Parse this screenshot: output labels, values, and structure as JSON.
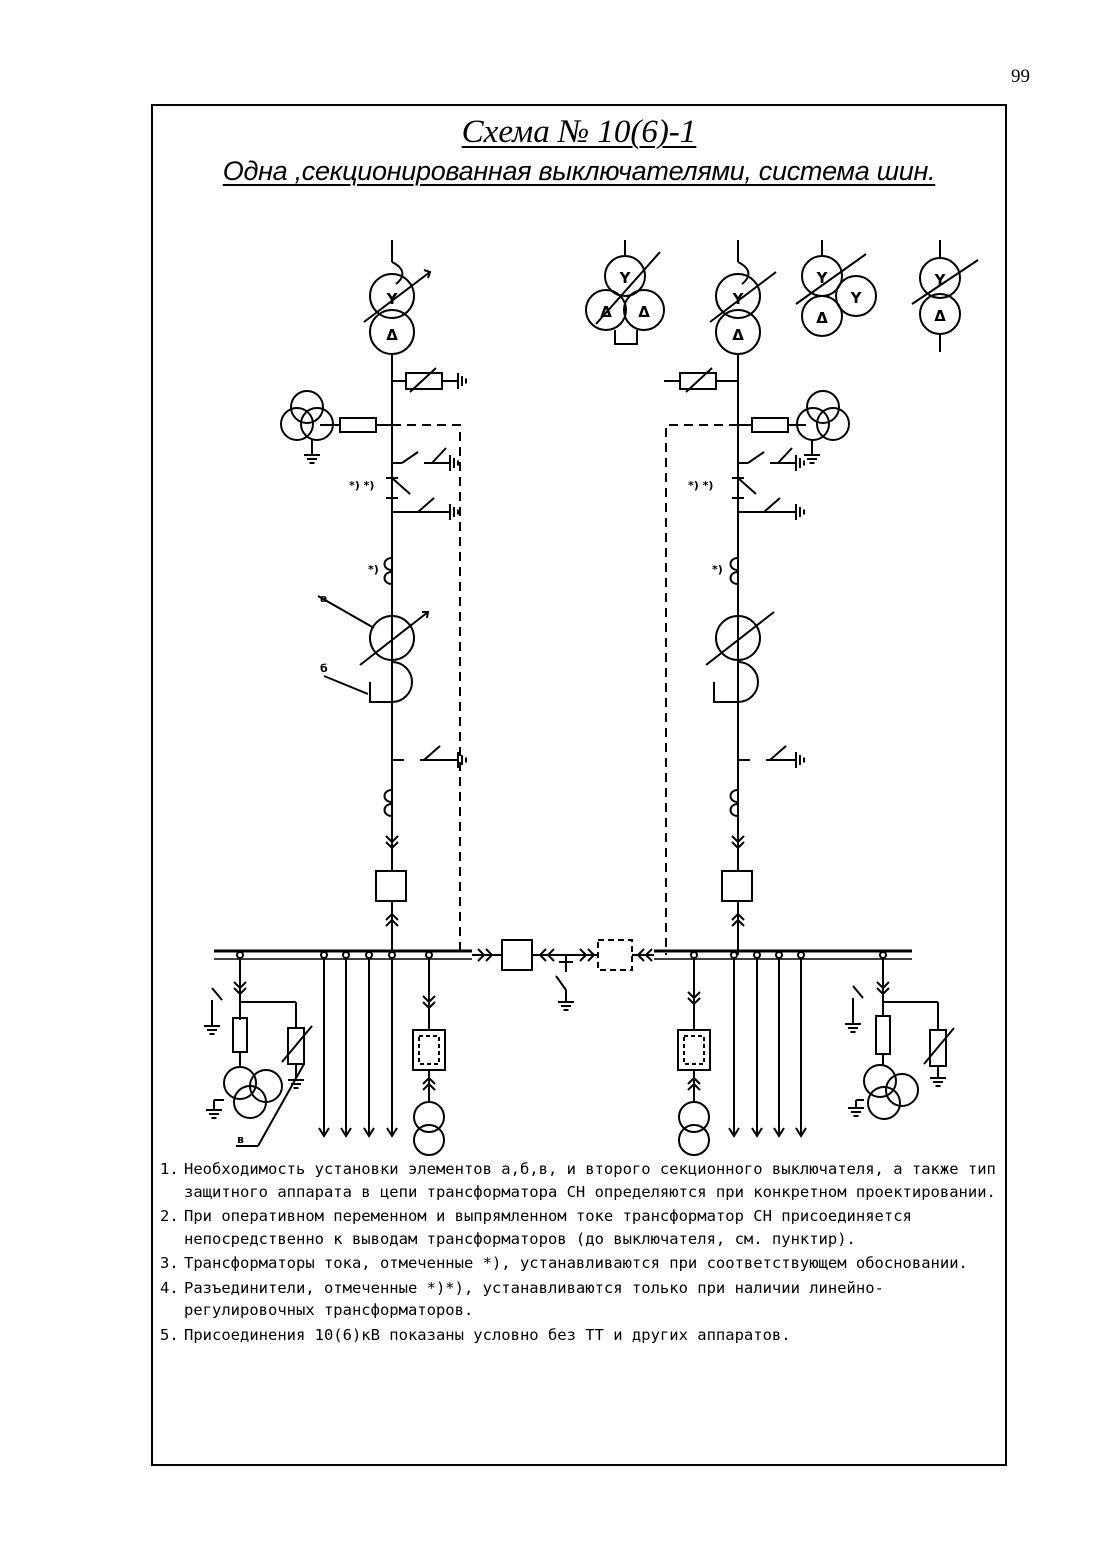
{
  "page_number": "99",
  "title": {
    "line1": "Схема  № 10(6)-1",
    "line2": "Одна ,секционированная выключателями, система шин."
  },
  "labels": {
    "a": "а",
    "b": "б",
    "v": "в",
    "star": "*)",
    "star2": "*) *)",
    "wye": "Y",
    "delta": "Δ"
  },
  "notes": [
    {
      "num": "1.",
      "text": "Необходимость установки элементов а,б,в, и второго секционного выключателя, а также тип защитного аппарата в цепи трансформатора СН определяются при конкретном проектировании."
    },
    {
      "num": "2.",
      "text": "При оперативном переменном и выпрямленном токе трансформатор СН присоединяется непосредственно к выводам трансформаторов (до выключателя, см. пунктир)."
    },
    {
      "num": "3.",
      "text": "Трансформаторы тока, отмеченные *), устанавливаются при соответствующем обосновании."
    },
    {
      "num": "4.",
      "text": "Разъединители, отмеченные *)*), устанавливаются только при наличии линейно-регулировочных трансформаторов."
    },
    {
      "num": "5.",
      "text": "Присоединения 10(6)кВ показаны условно без ТТ и других аппаратов."
    }
  ]
}
